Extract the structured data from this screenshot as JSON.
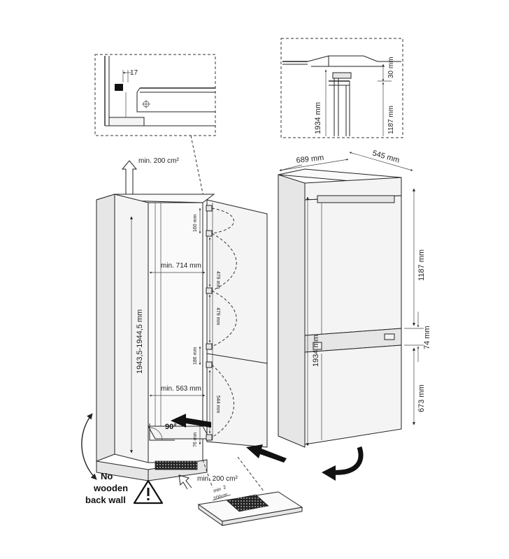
{
  "labels": {
    "vent_top": "min. 200 cm²",
    "vent_bottom": "min. 200 cm²",
    "detail_17": "17",
    "detail_30": "30 mm",
    "detail_1934": "1934 mm",
    "detail_1187": "1187 mm",
    "width_689": "689 mm",
    "depth_545": "545 mm",
    "fridge_1187": "1187 mm",
    "fridge_74": "74 mm",
    "fridge_673": "673 mm",
    "fridge_1934": "1934 mm",
    "niche_height": "1943,5-1944,5 mm",
    "min_714": "min. 714 mm",
    "min_563": "min. 563 mm",
    "hinge_160": "160 mm",
    "hinge_479a": "479 mm",
    "hinge_479b": "479 mm",
    "hinge_186": "186 mm",
    "hinge_544": "544 mm",
    "hinge_76": "76 mm",
    "angle_90": "90°",
    "grille_min": "min",
    "grille_2": "2",
    "grille_200": "200cm",
    "warn_line1": "No",
    "warn_line2": "wooden",
    "warn_line3": "back wall"
  },
  "icons": {
    "warning": "warning-triangle-icon",
    "rotate": "rotate-arrow-icon",
    "push": "push-arrow-icon"
  }
}
